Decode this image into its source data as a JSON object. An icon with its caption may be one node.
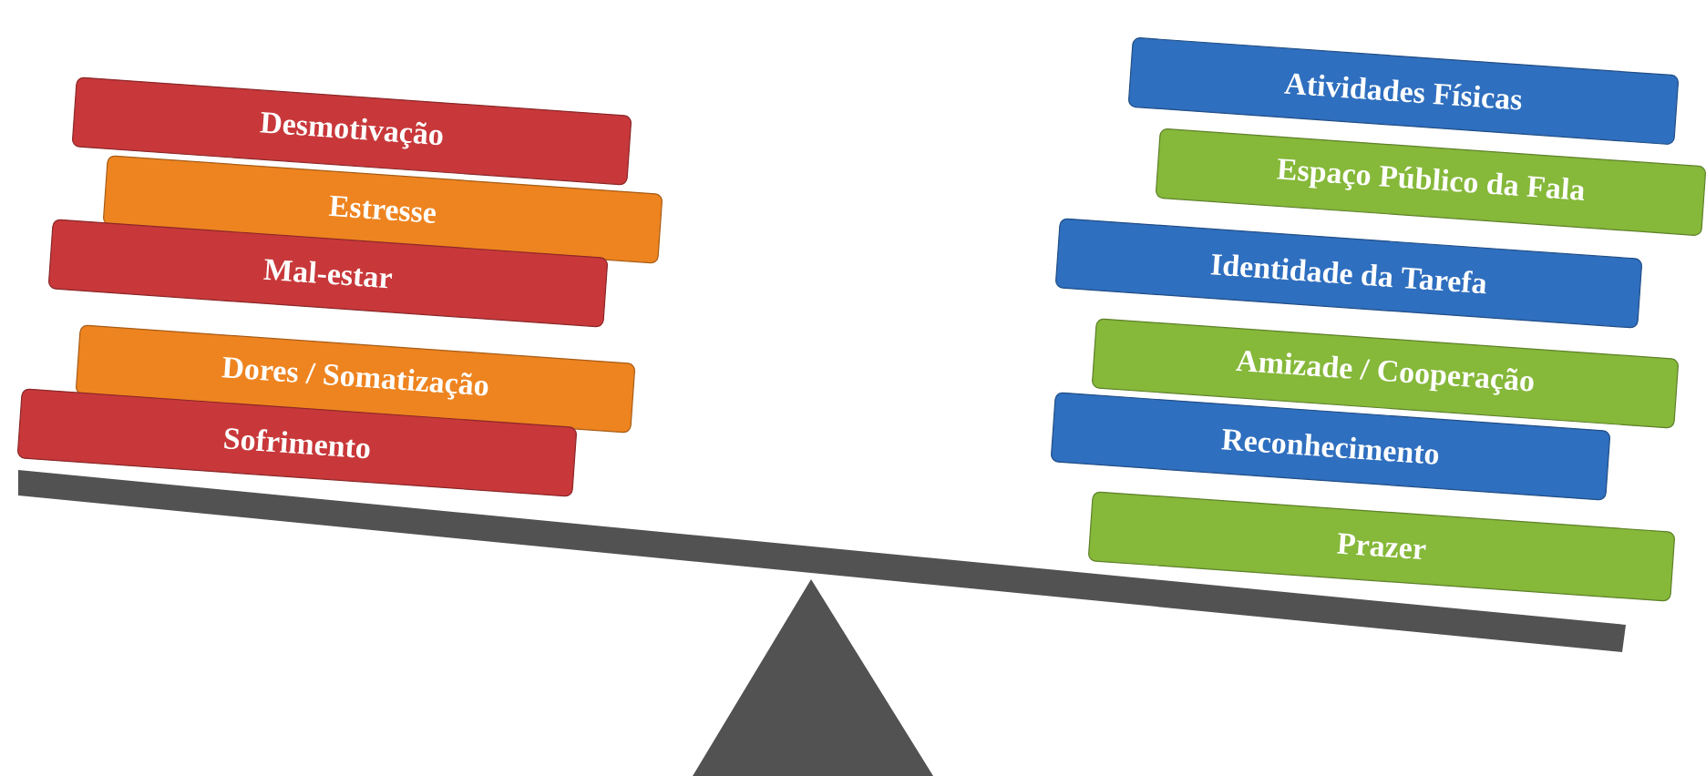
{
  "diagram": {
    "nodes": [
      {
        "text": [
          "Desmotivação"
        ]
      },
      {
        "text": [
          "Estresse"
        ]
      },
      {
        "text": [
          "Mal-estar"
        ]
      },
      {
        "text": [
          "Dores / Somatização"
        ]
      },
      {
        "text": [
          "Sofrimento"
        ]
      },
      {
        "text": [
          "Atividades Físicas"
        ]
      },
      {
        "text": [
          "Espaço Público da Fala"
        ]
      },
      {
        "text": [
          "Identidade da Tarefa"
        ]
      },
      {
        "text": [
          "Amizade / Cooperação"
        ]
      },
      {
        "text": [
          "Reconhecimento"
        ]
      },
      {
        "text": [
          "Prazer"
        ]
      }
    ]
  }
}
